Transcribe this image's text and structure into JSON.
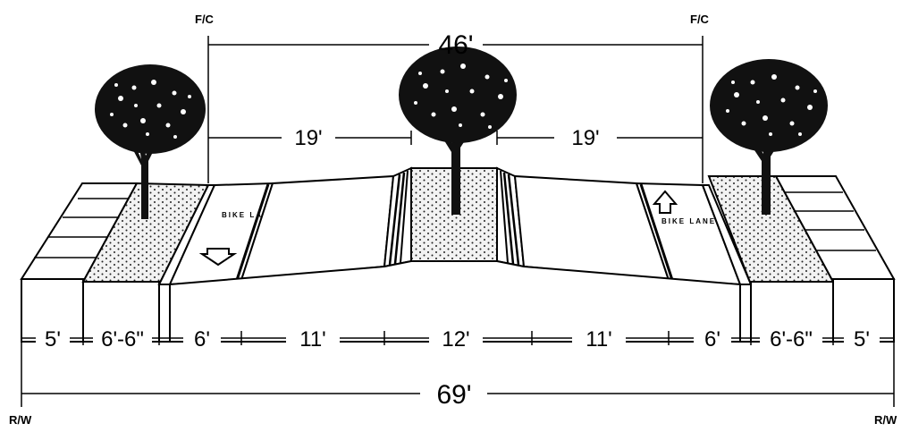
{
  "labels": {
    "fc_left": "F/C",
    "fc_right": "F/C",
    "rw_left": "R/W",
    "rw_right": "R/W",
    "curb_to_curb": "46'",
    "half_left": "19'",
    "half_right": "19'",
    "total_row": "69'"
  },
  "segments": [
    {
      "label": "5'"
    },
    {
      "label": "6'-6\""
    },
    {
      "label": "6'"
    },
    {
      "label": "11'"
    },
    {
      "label": "12'"
    },
    {
      "label": "11'"
    },
    {
      "label": "6'"
    },
    {
      "label": "6'-6\""
    },
    {
      "label": "5'"
    }
  ],
  "lane_markings": {
    "left_bike_lane": "BIKE LANE",
    "right_bike_lane": "BIKE LANE"
  },
  "icons": [
    "tree-icon",
    "arrow-down-icon",
    "arrow-up-icon"
  ]
}
